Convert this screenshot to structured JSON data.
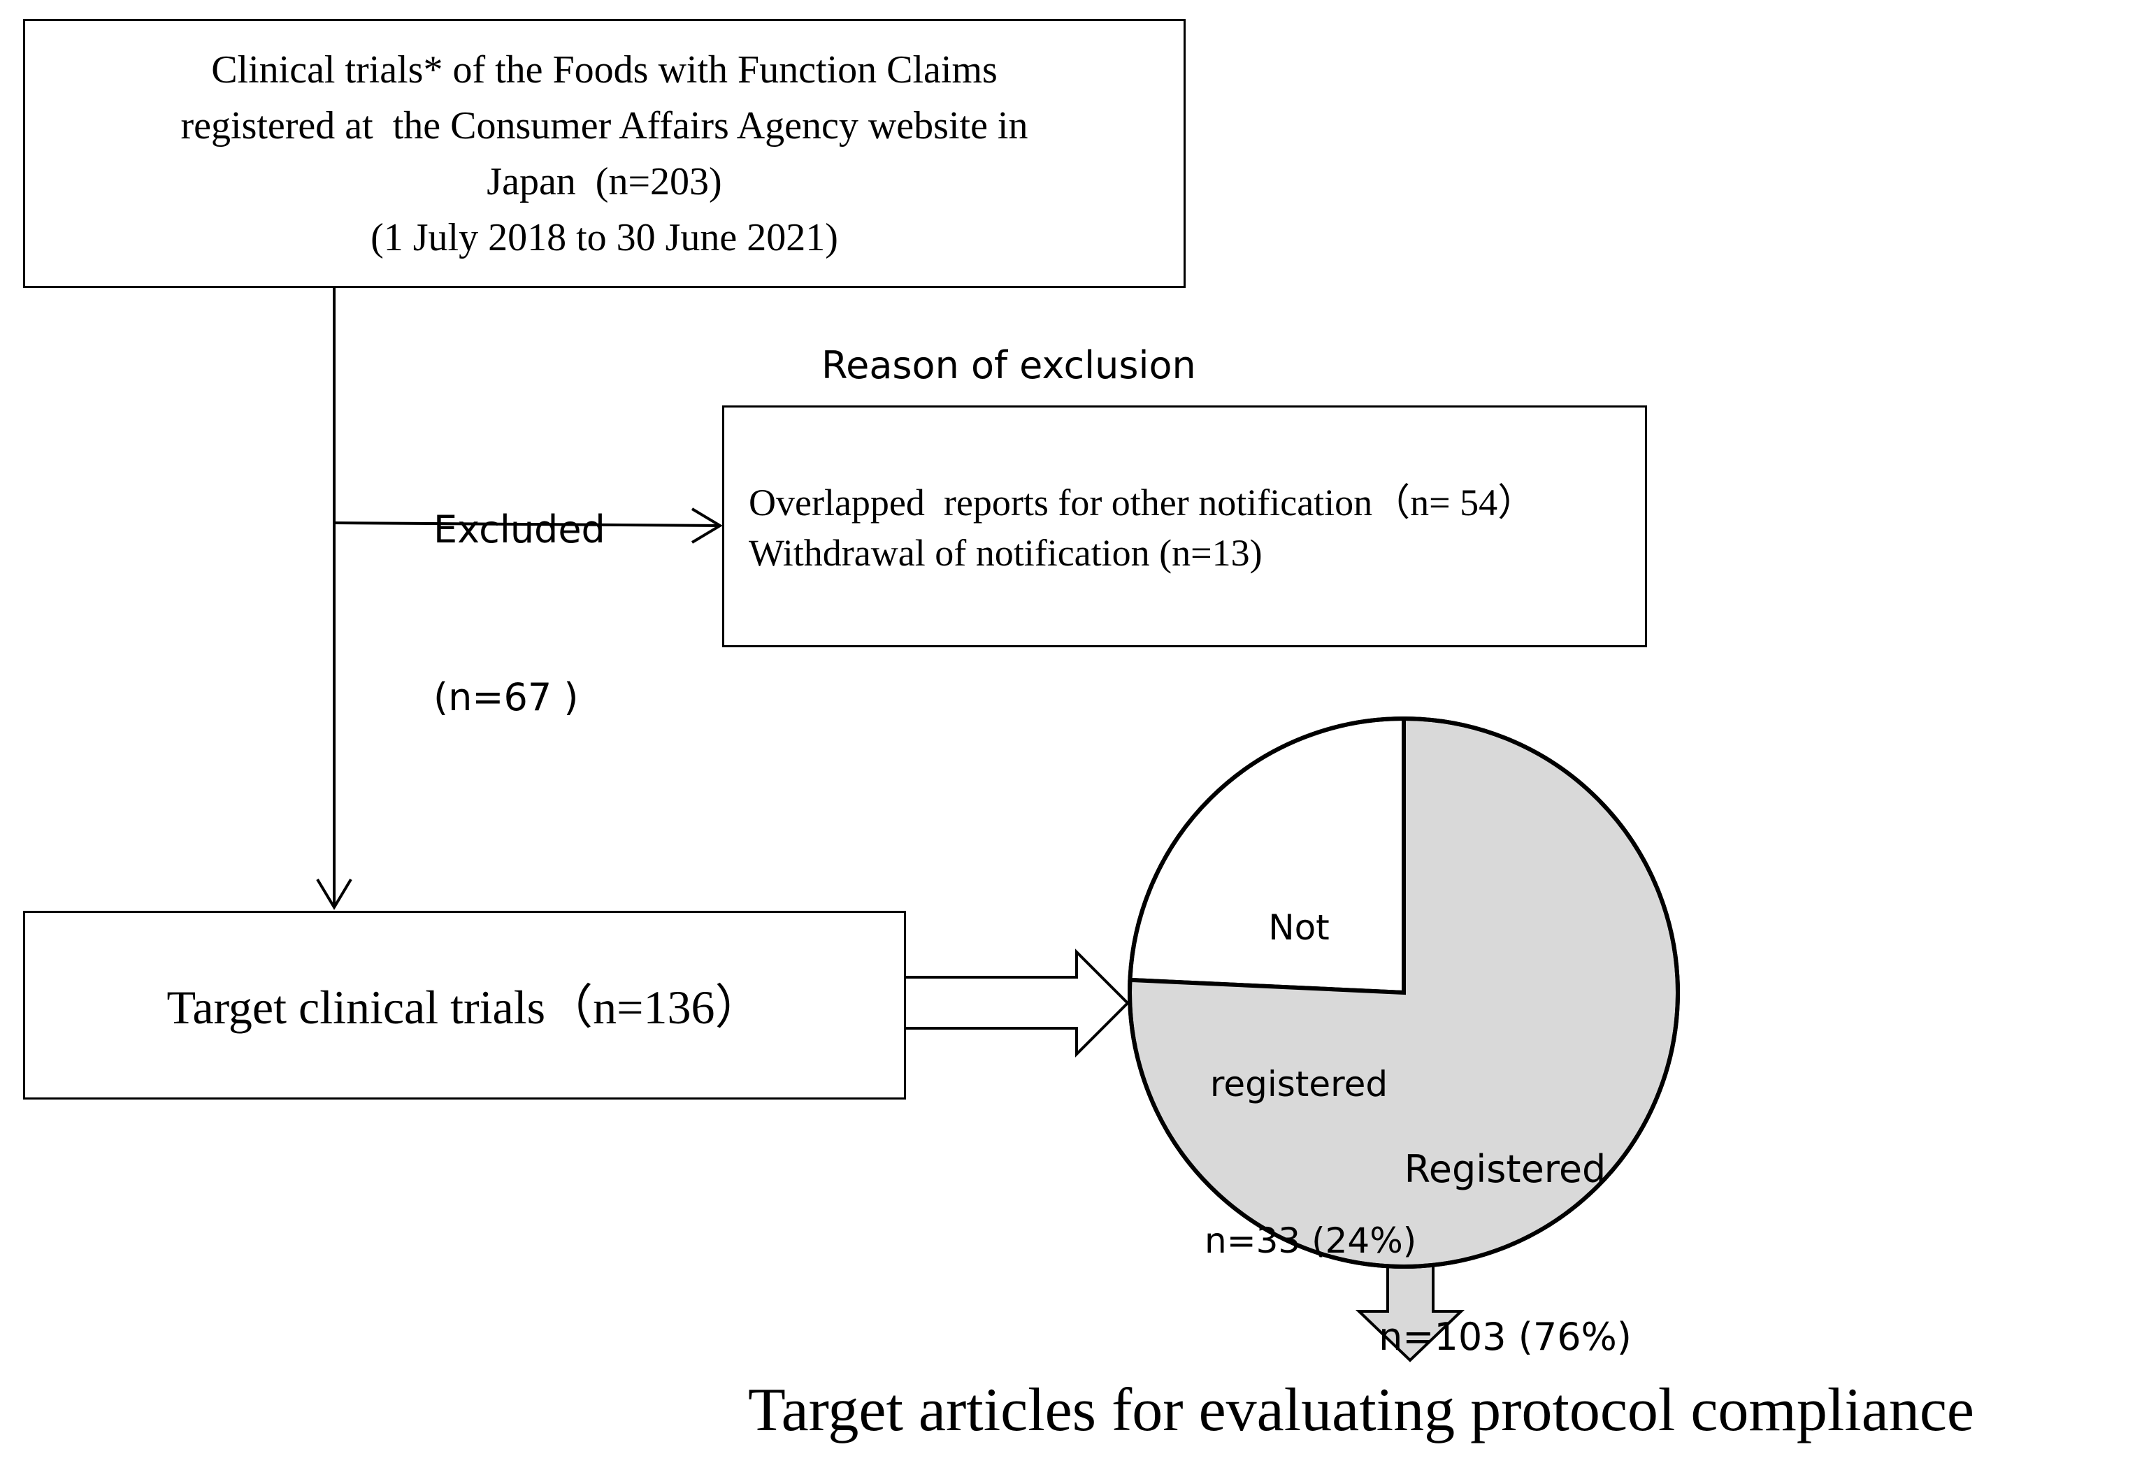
{
  "source_box": {
    "lines": [
      "Clinical trials* of the Foods with Function Claims",
      "registered at  the Consumer Affairs Agency website in",
      "Japan  (n=203)",
      "(1 July 2018 to 30 June 2021)"
    ]
  },
  "exclusion": {
    "title": "Reason of exclusion",
    "excluded_label": "Excluded",
    "excluded_count": "(n=67 )",
    "reasons": [
      "Overlapped  reports for other notification（n= 54）",
      "Withdrawal of notification (n=13)"
    ]
  },
  "target_box": {
    "label": "Target clinical trials（n=136）"
  },
  "chart_data": {
    "type": "pie",
    "slices": [
      {
        "label_lines": [
          "Not",
          "registered",
          "n=33 (24%)"
        ],
        "value": 33,
        "percent": 24,
        "color": "#ffffff"
      },
      {
        "label_lines": [
          "Registered",
          "n=103 (76%)"
        ],
        "value": 103,
        "percent": 76,
        "color": "#d9d9d9"
      }
    ]
  },
  "final_caption": "Target articles for evaluating protocol compliance",
  "colors": {
    "stroke": "#000000",
    "registered_fill": "#d9d9d9",
    "arrow_fill": "#d9d9d9",
    "background": "#ffffff"
  }
}
